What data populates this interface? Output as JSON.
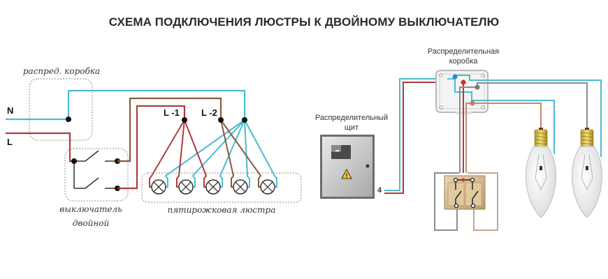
{
  "title": "СХЕМА ПОДКЛЮЧЕНИЯ ЛЮСТРЫ К ДВОЙНОМУ ВЫКЛЮЧАТЕЛЮ",
  "colors": {
    "neutral": "#4bbcd0",
    "phase": "#b23a3a",
    "line2": "#8a5a3c",
    "grey_wire": "#8c8c8c",
    "dots": "#111111"
  },
  "left_scheme": {
    "junction_box_label": "распред. коробка",
    "wire_n_label": "N",
    "wire_l_label": "L",
    "switch_label_line1": "выключатель",
    "switch_label_line2": "двойной",
    "line1_label": "L -1",
    "line2_label": "L -2",
    "chandelier_label": "пятирожковая люстра",
    "lamp_count": 5,
    "lamp_icon": "lamp-cross-icon"
  },
  "right_scheme": {
    "panel_label_line1": "Распределительный",
    "panel_label_line2": "щит",
    "panel_terminal_label": "4",
    "box_label_line1": "Распределительная",
    "box_label_line2": "коробка",
    "panel_icon": "warning-triangle-icon",
    "switch_icon": "double-switch-icon",
    "bulb_icon": "candle-bulb-icon",
    "bulb_count": 2
  }
}
